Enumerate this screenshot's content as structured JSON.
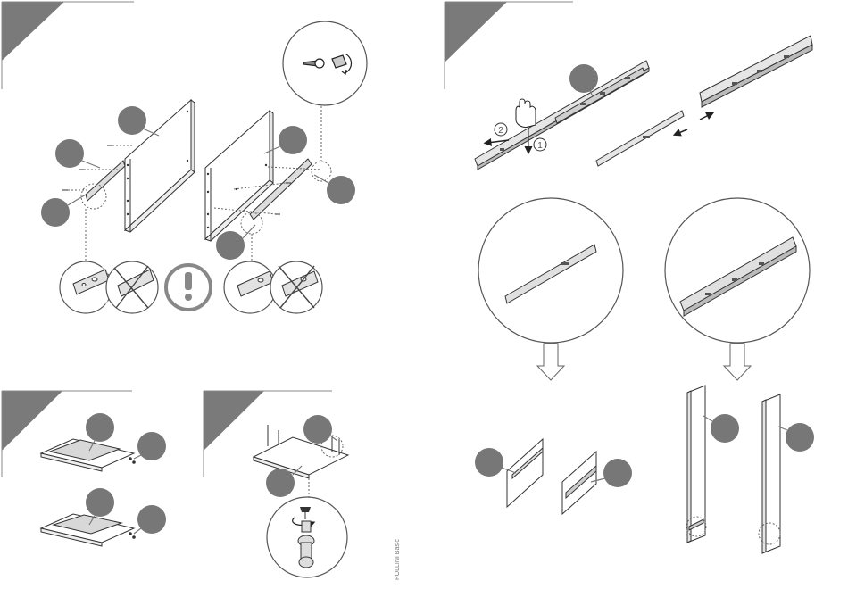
{
  "document": {
    "footer_label": "POLLINI Basic",
    "colors": {
      "marker": "#777777",
      "line": "#333333",
      "corner": "#7a7a7a",
      "warning": "#888888"
    },
    "callout_steps": [
      "1",
      "2"
    ],
    "icons": [
      "screwdriver-icon",
      "warning-icon",
      "hand-press-icon",
      "down-arrow-icon"
    ]
  }
}
